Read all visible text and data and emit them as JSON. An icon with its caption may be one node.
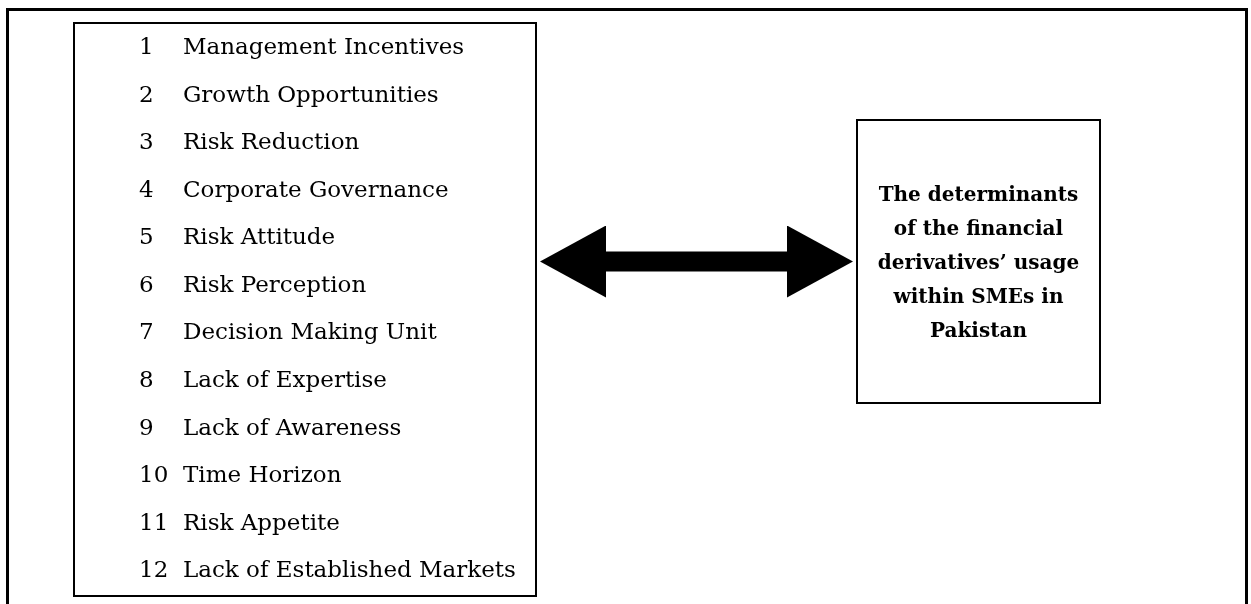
{
  "diagram": {
    "nodes": [
      {
        "text": [
          "1",
          "Management Incentives",
          "2",
          "Growth Opportunities",
          "3",
          "Risk Reduction",
          "4",
          "Corporate Governance",
          "5",
          "Risk Attitude",
          "6",
          "Risk Perception",
          "7",
          "Decision Making Unit",
          "8",
          "Lack of Expertise",
          "9",
          "Lack of Awareness",
          "10",
          "Time Horizon",
          "11",
          "Risk Appetite",
          "12",
          "Lack of Established Markets"
        ]
      },
      {
        "text": [
          "The determinants of the financial derivatives’ usage within SMEs in Pakistan"
        ]
      }
    ],
    "edges": [
      {
        "from": 0,
        "to": 1,
        "arrow": "both"
      }
    ]
  }
}
